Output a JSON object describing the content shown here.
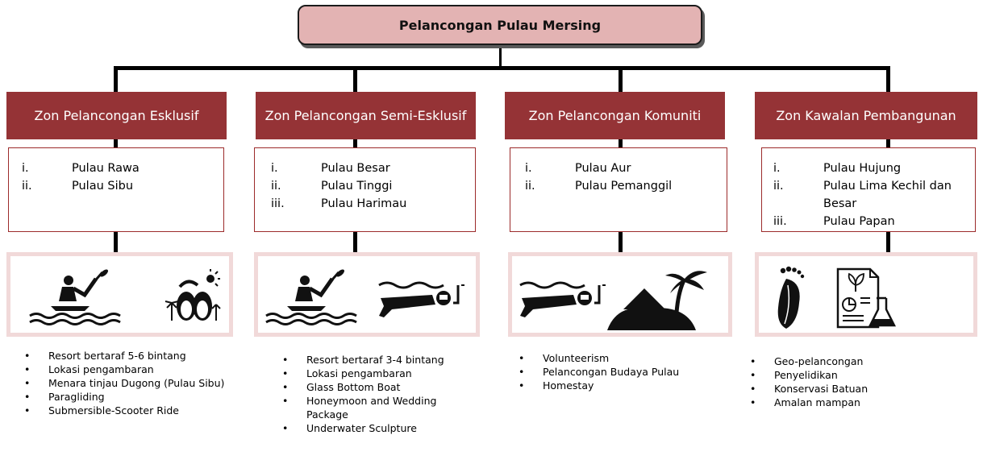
{
  "title": "Pelancongan Pulau Mersing",
  "zones": [
    {
      "heading": "Zon Pelancongan Esklusif",
      "islands": [
        {
          "num": "i.",
          "name": "Pulau Rawa"
        },
        {
          "num": "ii.",
          "name": "Pulau Sibu"
        }
      ],
      "icons": [
        "kayaking-icon",
        "couple-beach-icon"
      ],
      "activities": [
        "Resort bertaraf 5-6 bintang",
        "Lokasi pengambaran",
        "Menara tinjau Dugong (Pulau Sibu)",
        "Paragliding",
        "Submersible-Scooter Ride"
      ]
    },
    {
      "heading": "Zon Pelancongan Semi-Esklusif",
      "islands": [
        {
          "num": "i.",
          "name": "Pulau Besar"
        },
        {
          "num": "ii.",
          "name": "Pulau Tinggi"
        },
        {
          "num": "iii.",
          "name": "Pulau Harimau"
        }
      ],
      "icons": [
        "kayaking-icon",
        "snorkeling-icon"
      ],
      "activities": [
        "Resort bertaraf 3-4 bintang",
        "Lokasi pengambaran",
        "Glass Bottom Boat",
        "Honeymoon and Wedding Package",
        "Underwater Sculpture"
      ]
    },
    {
      "heading": "Zon Pelancongan Komuniti",
      "islands": [
        {
          "num": "i.",
          "name": "Pulau Aur"
        },
        {
          "num": "ii.",
          "name": "Pulau Pemanggil"
        }
      ],
      "icons": [
        "snorkeling-icon",
        "island-house-icon"
      ],
      "activities": [
        "Volunteerism",
        "Pelancongan Budaya Pulau",
        "Homestay"
      ]
    },
    {
      "heading": "Zon Kawalan Pembangunan",
      "islands": [
        {
          "num": "i.",
          "name": "Pulau Hujung"
        },
        {
          "num": "ii.",
          "name": "Pulau Lima Kechil dan Besar"
        },
        {
          "num": "iii.",
          "name": "Pulau Papan"
        }
      ],
      "icons": [
        "eco-footprint-icon",
        "research-report-icon"
      ],
      "activities": [
        "Geo-pelancongan",
        "Penyelidikan",
        "Konservasi Batuan",
        "Amalan mampan"
      ]
    }
  ]
}
